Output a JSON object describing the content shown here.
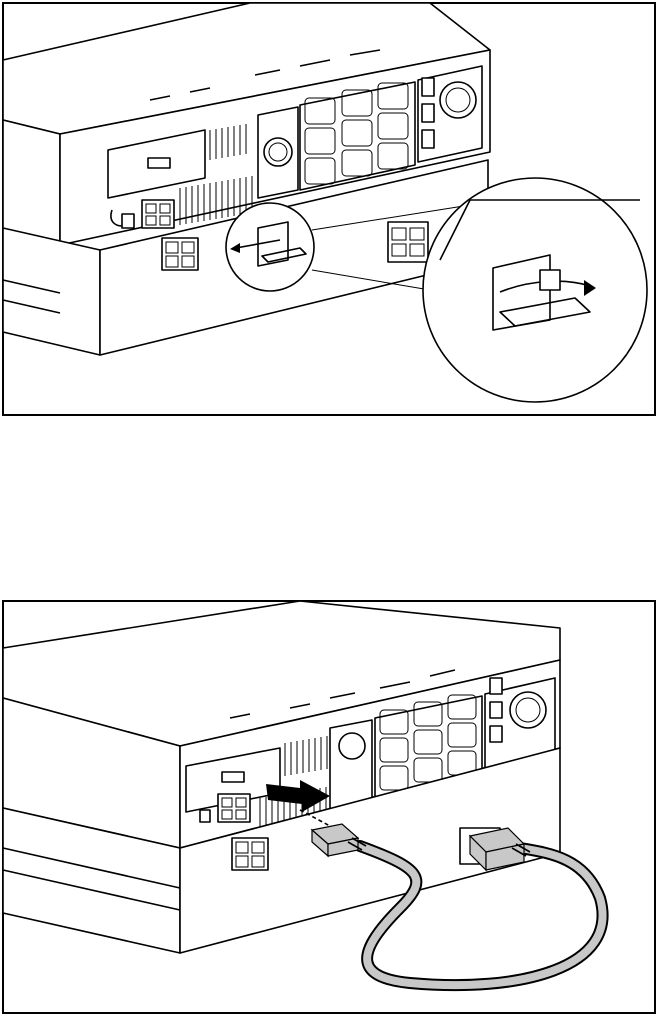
{
  "figures": [
    {
      "id": "top",
      "description_name": "remove-battery-cable-cover",
      "icons": [
        "ups-unit-rear-icon",
        "battery-pack-rear-icon",
        "magnifier-callout-icon",
        "curved-arrow-icon"
      ]
    },
    {
      "id": "bottom",
      "description_name": "connect-battery-cable",
      "icons": [
        "ups-unit-rear-icon",
        "battery-pack-rear-icon",
        "battery-cable-icon",
        "direction-arrow-icon"
      ]
    }
  ],
  "colors": {
    "line": "#000000",
    "background": "#ffffff",
    "cable": "#c8c8c8"
  }
}
